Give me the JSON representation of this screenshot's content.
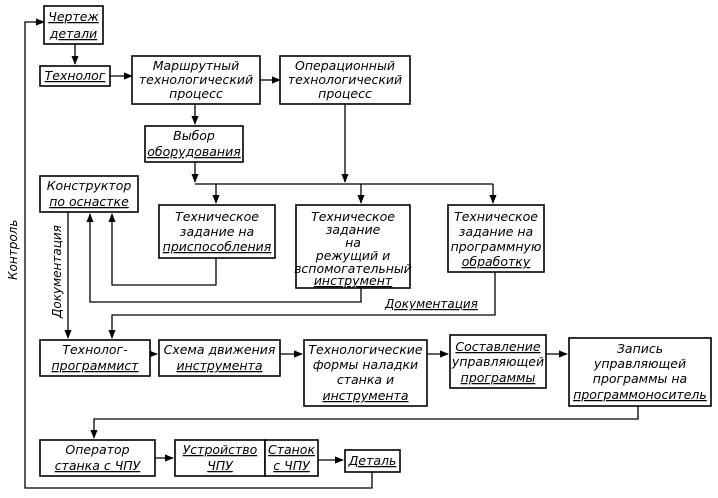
{
  "boxes": {
    "drawing": [
      "Чертеж",
      "детали"
    ],
    "technologist": [
      "Технолог"
    ],
    "route_process": [
      "Маршрутный",
      "технологический",
      "процесс"
    ],
    "operation_process": [
      "Операционный",
      "технологический",
      "процесс"
    ],
    "equipment_choice": [
      "Выбор",
      "оборудования"
    ],
    "fixture_designer": [
      "Конструктор",
      "по оснастке"
    ],
    "task_fixture": [
      "Техническое",
      "задание на",
      "приспособления"
    ],
    "task_tool": [
      "Техническое",
      "задание",
      "на",
      "режущий и",
      "вспомогательный",
      "инструмент"
    ],
    "task_program": [
      "Техническое",
      "задание на",
      "программную",
      "обработку"
    ],
    "technologist_programmer": [
      "Технолог-",
      "программист"
    ],
    "tool_motion": [
      "Схема движения",
      "инструмента"
    ],
    "setup_forms": [
      "Технологические",
      "формы наладки",
      "станка и",
      "инструмента"
    ],
    "control_program": [
      "Составление",
      "управляющей",
      "программы"
    ],
    "program_record": [
      "Запись",
      "управляющей",
      "программы на",
      "программоноситель"
    ],
    "cnc_operator": [
      "Оператор",
      "станка с ЧПУ"
    ],
    "cnc_device": [
      "Устройство",
      "ЧПУ"
    ],
    "cnc_machine": [
      "Станок",
      "с ЧПУ"
    ],
    "part": [
      "Деталь"
    ]
  },
  "labels": {
    "control": "Контроль",
    "documentation_vertical": "Документация",
    "documentation_horizontal": "Документация"
  }
}
